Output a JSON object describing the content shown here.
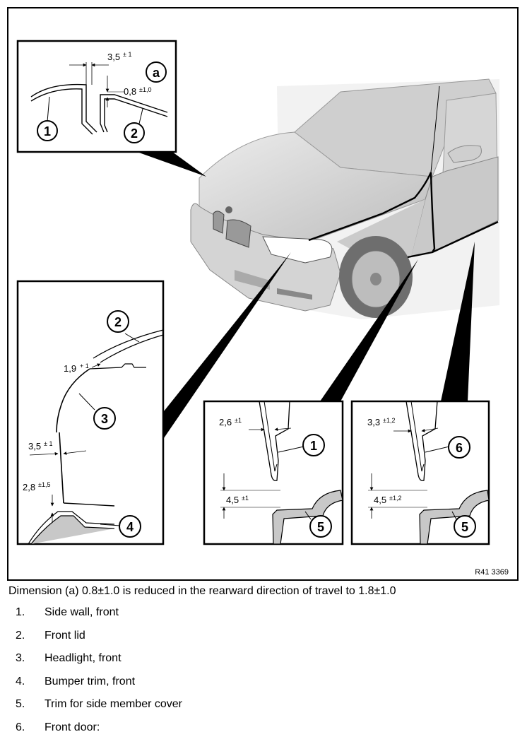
{
  "figure": {
    "reference": "R41 3369",
    "detail_label": "a",
    "callouts": [
      "1",
      "2",
      "3",
      "4",
      "5",
      "6"
    ],
    "dimensions": {
      "top_gap": "3,5",
      "top_gap_tol": "± 1",
      "top_a": "0,8",
      "top_a_tol": "±1,0",
      "left_top": "1,9",
      "left_top_tol": "+ 1",
      "left_mid": "3,5",
      "left_mid_tol": "± 1",
      "left_bottom": "2,8",
      "left_bottom_tol": "±1,5",
      "mid_gap": "2,6",
      "mid_gap_tol": "±1",
      "mid_bottom": "4,5",
      "mid_bottom_tol": "±1",
      "right_gap": "3,3",
      "right_gap_tol": "±1,2",
      "right_bottom": "4,5",
      "right_bottom_tol": "±1,2"
    }
  },
  "caption": "Dimension (a) 0.8±1.0 is reduced in the rearward direction of travel to 1.8±1.0",
  "legend": [
    {
      "num": "1.",
      "text": "Side wall, front"
    },
    {
      "num": "2.",
      "text": "Front lid"
    },
    {
      "num": "3.",
      "text": "Headlight, front"
    },
    {
      "num": "4.",
      "text": "Bumper trim, front"
    },
    {
      "num": "5.",
      "text": "Trim for side member cover"
    },
    {
      "num": "6.",
      "text": "Front door:"
    }
  ],
  "colors": {
    "car_body": "#d9d9d9",
    "trim": "#c8c8c8",
    "line": "#000000"
  }
}
